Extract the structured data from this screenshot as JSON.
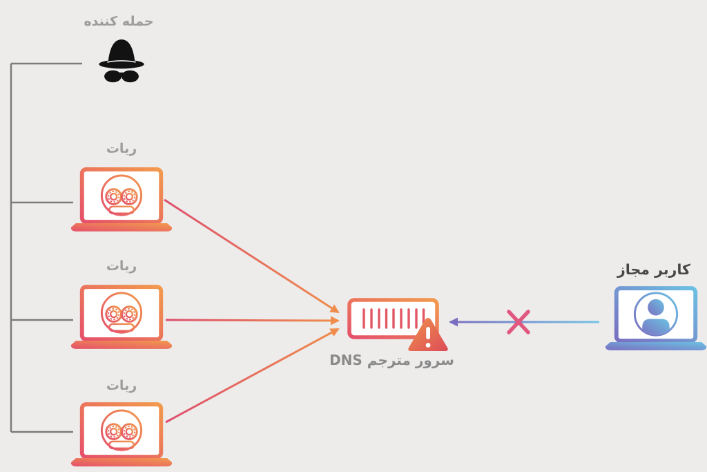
{
  "diagram": {
    "type": "ddos-attack-on-dns",
    "labels": {
      "attacker": "حمله کننده",
      "bot1": "ربات",
      "bot2": "ربات",
      "bot3": "ربات",
      "dns_server": "سرور مترجم DNS",
      "user": "کاربر مجاز"
    },
    "icons": [
      "spy-icon",
      "bot-laptop-icon",
      "bot-laptop-icon",
      "bot-laptop-icon",
      "dns-server-icon",
      "warning-triangle-icon",
      "user-laptop-icon",
      "blocked-x-icon"
    ],
    "colors": {
      "background": "#edeceb",
      "attack_gradient_start": "#de4f6e",
      "attack_gradient_end": "#ef8e4c",
      "bot_gradient_start": "#e5506a",
      "bot_gradient_end": "#f29a4e",
      "user_gradient_start": "#7a6ec0",
      "user_gradient_end": "#6cc1e3",
      "warning_gradient_start": "#f0924e",
      "warning_gradient_end": "#dc4b57",
      "blocked_x": "#e0577f",
      "connector_gray": "#7b7b7b",
      "server_bars": "#e25764",
      "attacker_icon_black": "#121212",
      "label_gray": "#9c9c9c",
      "label_mid_gray": "#8a8a8a",
      "label_dark": "#474747"
    }
  }
}
